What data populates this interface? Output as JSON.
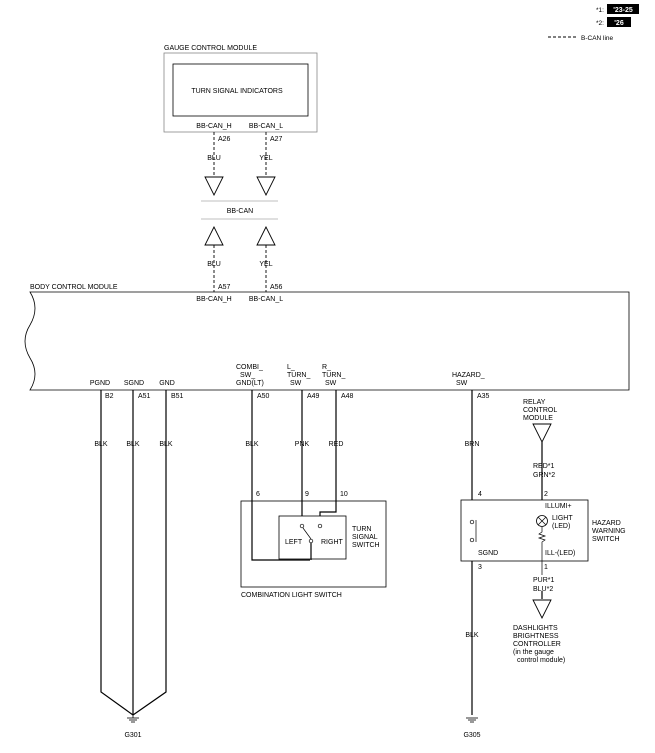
{
  "legend": {
    "note1_label": "*1:",
    "note1_value": "'23-25",
    "note2_label": "*2:",
    "note2_value": "'26",
    "bcan_line_label": "B-CAN line"
  },
  "gcm": {
    "title": "GAUGE CONTROL MODULE",
    "inner_label": "TURN SIGNAL INDICATORS",
    "pins": [
      {
        "signal": "BB-CAN_H",
        "pin": "A26",
        "color": "BLU"
      },
      {
        "signal": "BB-CAN_L",
        "pin": "A27",
        "color": "YEL"
      }
    ]
  },
  "bcan_label": "BB-CAN",
  "bcm": {
    "title": "BODY CONTROL MODULE",
    "top_pins": [
      {
        "color": "BLU",
        "pin": "A57",
        "signal": "BB-CAN_H"
      },
      {
        "color": "YEL",
        "pin": "A56",
        "signal": "BB-CAN_L"
      }
    ],
    "pgnd": {
      "signal": "PGND",
      "pin": "B2",
      "color": "BLK"
    },
    "sgnd": {
      "signal": "SGND",
      "pin": "A51",
      "color": "BLK"
    },
    "gnd": {
      "signal": "GND",
      "pin": "B51",
      "color": "BLK"
    },
    "combi": {
      "signal_l1": "COMBI_",
      "signal_l2": "SW_",
      "signal_l3": "GND(LT)",
      "pin": "A50",
      "color": "BLK"
    },
    "lturn": {
      "signal_l1": "L_",
      "signal_l2": "TURN_",
      "signal_l3": "SW",
      "pin": "A49",
      "color": "PNK"
    },
    "rturn": {
      "signal_l1": "R_",
      "signal_l2": "TURN_",
      "signal_l3": "SW",
      "pin": "A48",
      "color": "RED"
    },
    "hazard": {
      "signal_l1": "HAZARD_",
      "signal_l2": "SW",
      "pin": "A35",
      "color": "BRN"
    }
  },
  "combination_switch": {
    "title": "COMBINATION LIGHT SWITCH",
    "pin_6": "6",
    "pin_9": "9",
    "pin_10": "10",
    "left_label": "LEFT",
    "right_label": "RIGHT",
    "tss_l1": "TURN",
    "tss_l2": "SIGNAL",
    "tss_l3": "SWITCH"
  },
  "relay": {
    "l1": "RELAY",
    "l2": "CONTROL",
    "l3": "MODULE",
    "color_1": "RED*1",
    "color_2": "GRN*2"
  },
  "hazard_switch": {
    "pin_4": "4",
    "pin_2": "2",
    "pin_3": "3",
    "pin_1": "1",
    "illumi": "ILLUMI+",
    "light_l1": "LIGHT",
    "light_l2": "(LED)",
    "sgnd": "SGND",
    "ill_led": "ILL-(LED)",
    "title_l1": "HAZARD",
    "title_l2": "WARNING",
    "title_l3": "SWITCH"
  },
  "hazard_ground_color": "BLK",
  "dashlights": {
    "color_1": "PUR*1",
    "color_2": "BLU*2",
    "l1": "DASHLIGHTS",
    "l2": "BRIGHTNESS",
    "l3": "CONTROLLER",
    "l4": "(in the gauge",
    "l5": "control module)"
  },
  "grounds": {
    "g301": "G301",
    "g305": "G305"
  }
}
